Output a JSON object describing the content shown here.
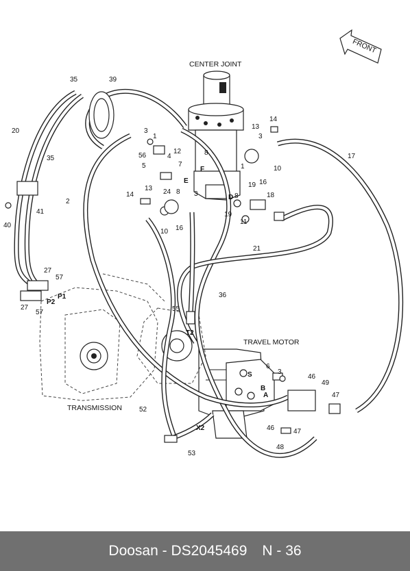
{
  "footer": {
    "brand": "Doosan - DS2045469",
    "page": "N - 36"
  },
  "diagram": {
    "titles": {
      "center_joint": "CENTER JOINT",
      "travel_motor": "TRAVEL MOTOR",
      "transmission": "TRANSMISSION",
      "front": "FRONT"
    },
    "parts": {
      "p1a": "1",
      "p1b": "1",
      "p2": "2",
      "p3a": "3",
      "p3b": "3",
      "p3c": "3",
      "p4": "4",
      "p5": "5",
      "p6": "6",
      "p7": "7",
      "p8a": "8",
      "p8b": "8",
      "p8c": "8",
      "p10a": "10",
      "p10b": "10",
      "p11": "11",
      "p12": "12",
      "p13a": "13",
      "p13b": "13",
      "p14a": "14",
      "p14b": "14",
      "p16a": "16",
      "p16b": "16",
      "p17": "17",
      "p18": "18",
      "p19a": "19",
      "p19b": "19",
      "p20": "20",
      "p21": "21",
      "p24": "24",
      "p27a": "27",
      "p27b": "27",
      "p35a": "35",
      "p35b": "35",
      "p36": "36",
      "p39": "39",
      "p40": "40",
      "p41": "41",
      "p46a": "46",
      "p46b": "46",
      "p47a": "47",
      "p47b": "47",
      "p48": "48",
      "p49": "49",
      "p52": "52",
      "p53": "53",
      "p55": "55",
      "p56": "56",
      "p57a": "57",
      "p57b": "57"
    },
    "ports": {
      "A": "A",
      "B": "B",
      "D": "D",
      "E": "E",
      "F": "F",
      "S": "S",
      "P1": "P1",
      "P2": "P2",
      "T2": "T2",
      "X2": "X2"
    }
  }
}
